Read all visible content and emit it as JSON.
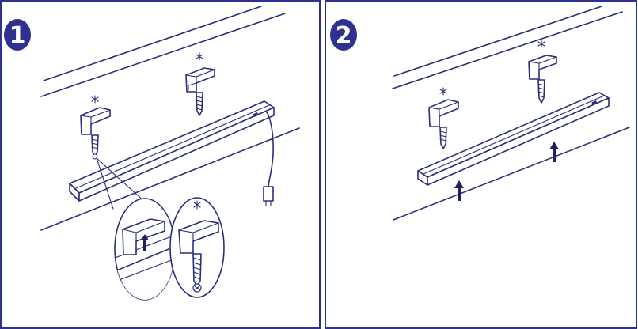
{
  "steps": [
    {
      "number": "1"
    },
    {
      "number": "2"
    }
  ],
  "colors": {
    "ink": "#2b2e7a",
    "badge": "#2e3192",
    "frame": "#2e3192"
  },
  "icons": [
    "screw-icon",
    "bracket-icon",
    "arrow-up-icon",
    "magnifier-callout"
  ]
}
